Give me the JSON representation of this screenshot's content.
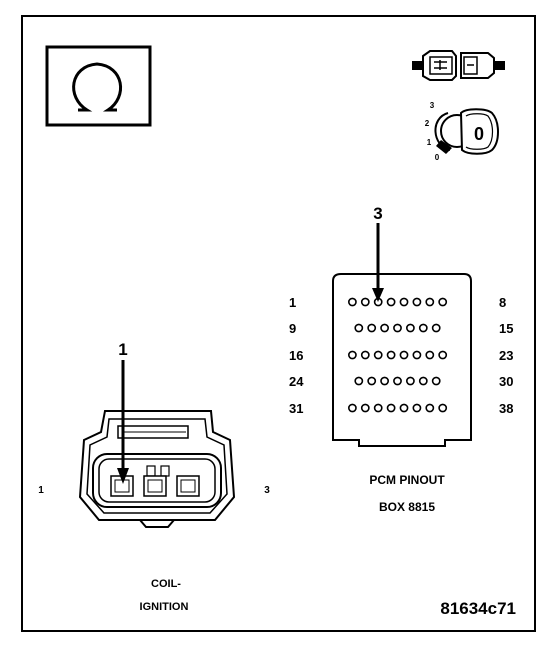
{
  "figure_id": "81634c71",
  "pcm": {
    "title": "PCM PINOUT",
    "box": "BOX 8815",
    "callout": "3",
    "row_labels_left": [
      "1",
      "9",
      "16",
      "24",
      "31"
    ],
    "row_labels_right": [
      "8",
      "15",
      "23",
      "30",
      "38"
    ],
    "row_pin_counts": [
      8,
      7,
      8,
      7,
      8
    ]
  },
  "coil": {
    "title_line1": "COIL-",
    "title_line2": "IGNITION",
    "callout": "1",
    "pin_left": "1",
    "pin_right": "3"
  },
  "key": {
    "positions": [
      "3",
      "2",
      "1",
      "0"
    ],
    "key_letter": "0"
  }
}
